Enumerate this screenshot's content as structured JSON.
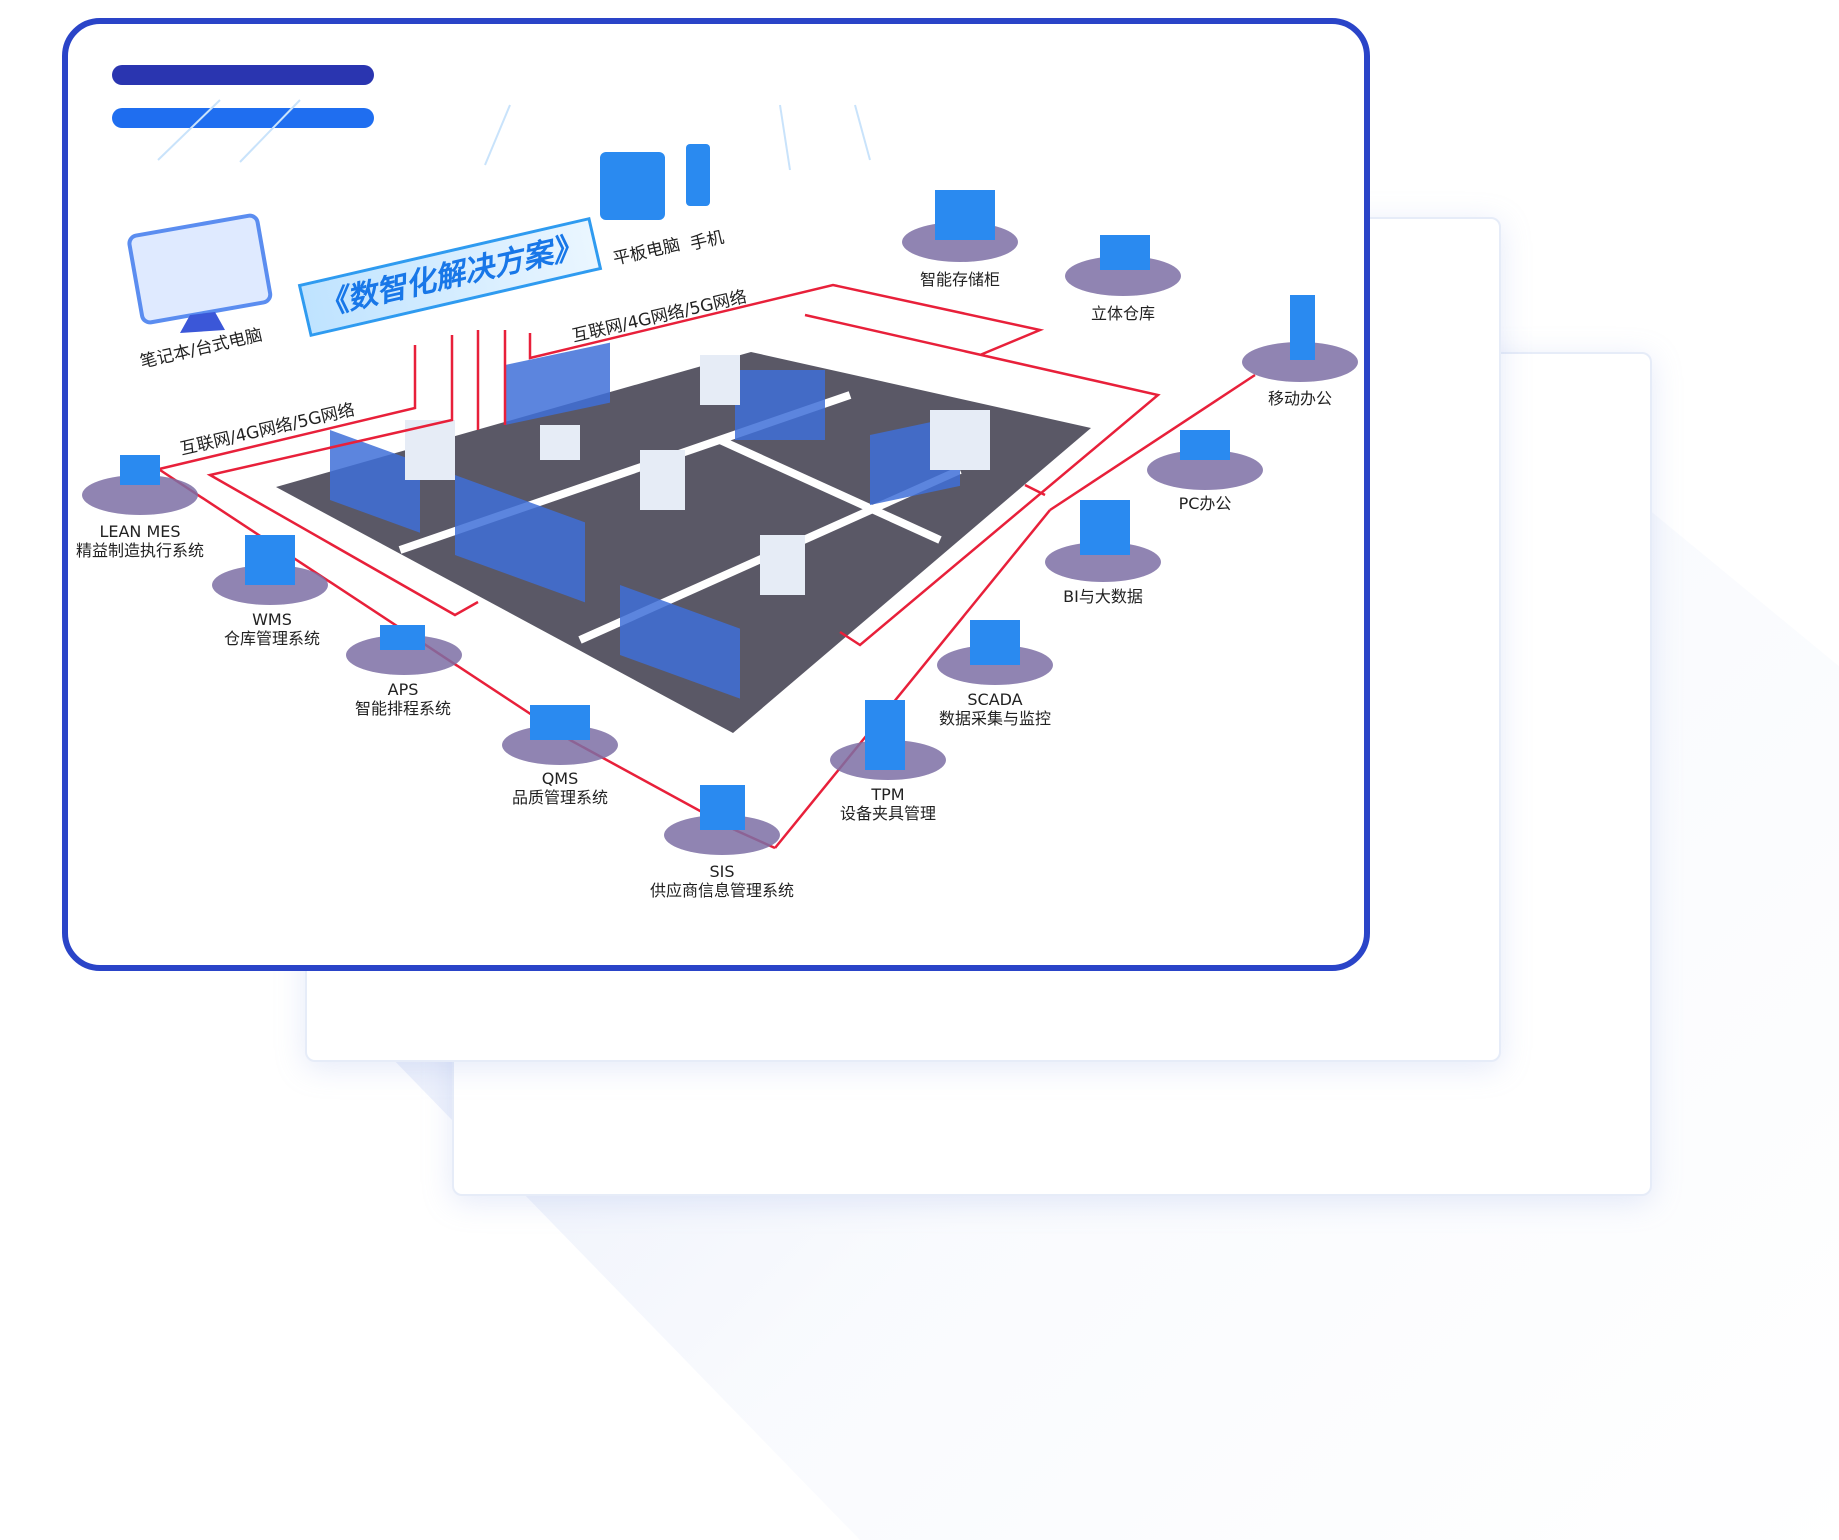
{
  "title": "《数智化解决方案》",
  "devices": {
    "desktop": "笔记本/台式电脑",
    "tablet": "平板电脑",
    "phone": "手机"
  },
  "network": [
    "互联网/4G网络/5G网络",
    "互联网/4G网络/5G网络"
  ],
  "nodes": [
    {
      "code": "LEAN MES",
      "name": "精益制造执行系统"
    },
    {
      "code": "WMS",
      "name": "仓库管理系统"
    },
    {
      "code": "APS",
      "name": "智能排程系统"
    },
    {
      "code": "QMS",
      "name": "品质管理系统"
    },
    {
      "code": "SIS",
      "name": "供应商信息管理系统"
    },
    {
      "code": "TPM",
      "name": "设备夹具管理"
    },
    {
      "code": "SCADA",
      "name": "数据采集与监控"
    },
    {
      "code": "",
      "name": "BI与大数据"
    },
    {
      "code": "",
      "name": "PC办公"
    },
    {
      "code": "",
      "name": "移动办公"
    },
    {
      "code": "",
      "name": "立体仓库"
    },
    {
      "code": "",
      "name": "智能存储柜"
    }
  ],
  "colors": {
    "primary": "#2a2fa8",
    "accent": "#1f6ef0",
    "line": "#e8203a",
    "floor": "#5a5866"
  }
}
